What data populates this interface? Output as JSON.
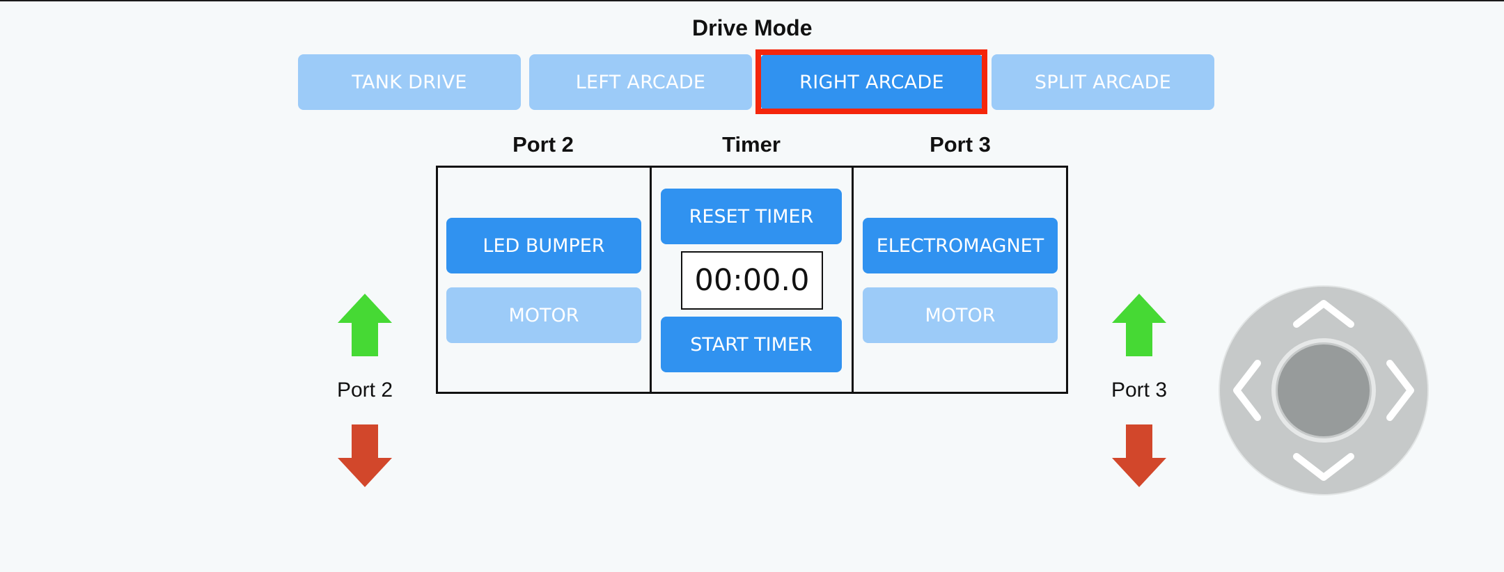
{
  "drive_mode": {
    "title": "Drive Mode",
    "modes": [
      "TANK DRIVE",
      "LEFT ARCADE",
      "RIGHT ARCADE",
      "SPLIT ARCADE"
    ],
    "selected": "RIGHT ARCADE"
  },
  "panel": {
    "port2_title": "Port 2",
    "timer_title": "Timer",
    "port3_title": "Port 3",
    "port2_led_bumper": "LED BUMPER",
    "port2_motor": "MOTOR",
    "reset_timer": "RESET TIMER",
    "timer_value": "00:00.0",
    "start_timer": "START TIMER",
    "port3_electromagnet": "ELECTROMAGNET",
    "port3_motor": "MOTOR"
  },
  "controls": {
    "left_label": "Port 2",
    "right_label": "Port 3"
  },
  "colors": {
    "accent": "#3092f0",
    "accent_light": "#9ccbf8",
    "highlight": "#f4260b",
    "arrow_up": "#46d934",
    "arrow_down": "#d2472b"
  }
}
